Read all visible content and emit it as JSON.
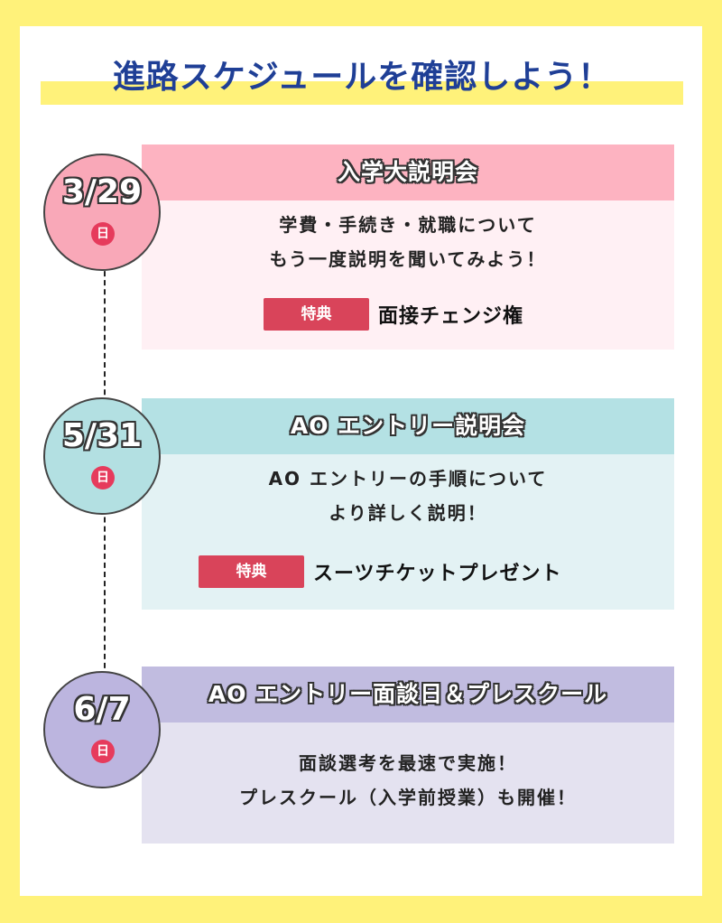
{
  "page": {
    "title": "進路スケジュールを確認しよう！"
  },
  "colors": {
    "background": "#fff27a",
    "title": "#1f3f96",
    "perk_tag": "#d9445a",
    "day_badge": "#e63b5c",
    "event1_head": "#fdb3c1",
    "event1_body": "#fff0f4",
    "event1_circle": "#f9a8b8",
    "event2_head": "#b4e1e4",
    "event2_body": "#e3f2f4",
    "event2_circle": "#b3e0e2",
    "event3_head": "#c1bce0",
    "event3_body": "#e4e2f0",
    "event3_circle": "#bcb5df"
  },
  "events": [
    {
      "date": "3/29",
      "day": "日",
      "title": "入学大説明会",
      "lines": [
        "学費・手続き・就職について",
        "もう一度説明を聞いてみよう！"
      ],
      "perk_label": "特典",
      "perk_text": "面接チェンジ権"
    },
    {
      "date": "5/31",
      "day": "日",
      "title": "AO エントリー説明会",
      "lines": [
        "AO エントリーの手順について",
        "より詳しく説明！"
      ],
      "perk_label": "特典",
      "perk_text": "スーツチケットプレゼント"
    },
    {
      "date": "6/7",
      "day": "日",
      "title": "AO エントリー面談日＆プレスクール",
      "lines": [
        "面談選考を最速で実施！",
        "プレスクール（入学前授業）も開催！"
      ]
    }
  ]
}
